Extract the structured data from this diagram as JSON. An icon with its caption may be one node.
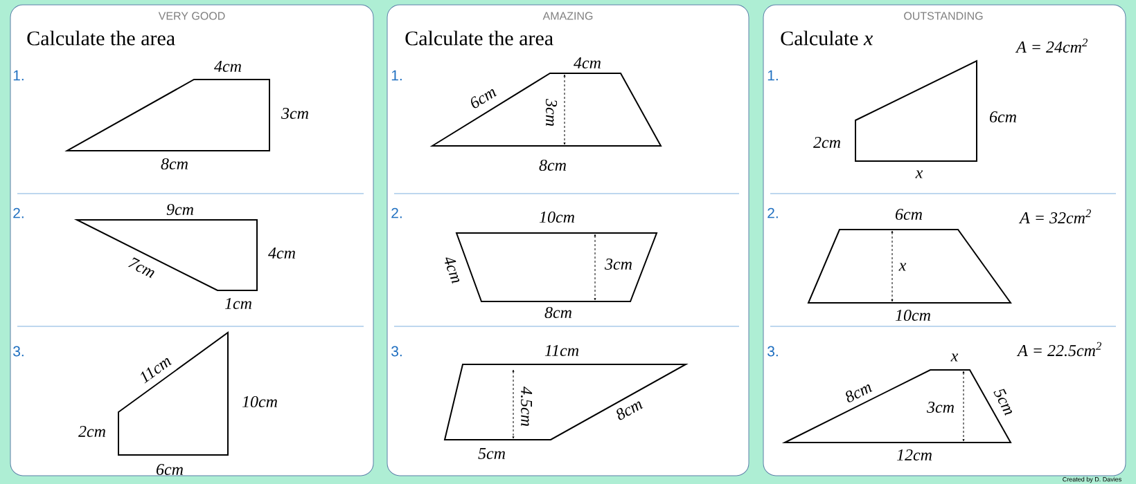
{
  "diagram": {
    "nodes": [
      {
        "text": [
          "VERY GOOD",
          "Calculate the area"
        ]
      },
      {
        "text": [],
        "shape": "quadrilateral",
        "in": 0,
        "beside": [
          "4cm",
          "3cm",
          "8cm"
        ]
      },
      {
        "text": [],
        "shape": "quadrilateral",
        "in": 0,
        "beside": [
          "9cm",
          "4cm",
          "7cm",
          "1cm"
        ]
      },
      {
        "text": [],
        "shape": "quadrilateral",
        "in": 0,
        "beside": [
          "11cm",
          "10cm",
          "2cm",
          "6cm"
        ]
      },
      {
        "text": [
          "AMAZING",
          "Calculate the area"
        ]
      },
      {
        "text": [
          "3cm"
        ],
        "in": 4,
        "beside": [
          "4cm",
          "6cm",
          "8cm"
        ]
      },
      {
        "text": [
          "3cm"
        ],
        "in": 4,
        "beside": [
          "10cm",
          "4cm",
          "8cm"
        ]
      },
      {
        "text": [
          "4.5cm"
        ],
        "in": 4,
        "beside": [
          "11cm",
          "8cm",
          "5cm"
        ]
      },
      {
        "text": [
          "OUTSTANDING",
          "Calculate *x*"
        ]
      },
      {
        "text": [],
        "shape": "quadrilateral",
        "in": 8,
        "beside": [
          "A = 24cm$^{2}$",
          "6cm",
          "2cm",
          "x"
        ]
      },
      {
        "text": [
          "x"
        ],
        "in": 8,
        "beside": [
          "6cm",
          "A = 32cm$^{2}$",
          "10cm"
        ]
      },
      {
        "text": [
          "3cm"
        ],
        "in": 8,
        "beside": [
          "x",
          "A = 22.5cm$^{2}$",
          "8cm",
          "5cm",
          "12cm"
        ]
      }
    ],
    "labels": [
      "1.",
      "2.",
      "3.",
      "1.",
      "2.",
      "3.",
      "1.",
      "2.",
      "3.",
      "Created by D. Davies"
    ]
  }
}
